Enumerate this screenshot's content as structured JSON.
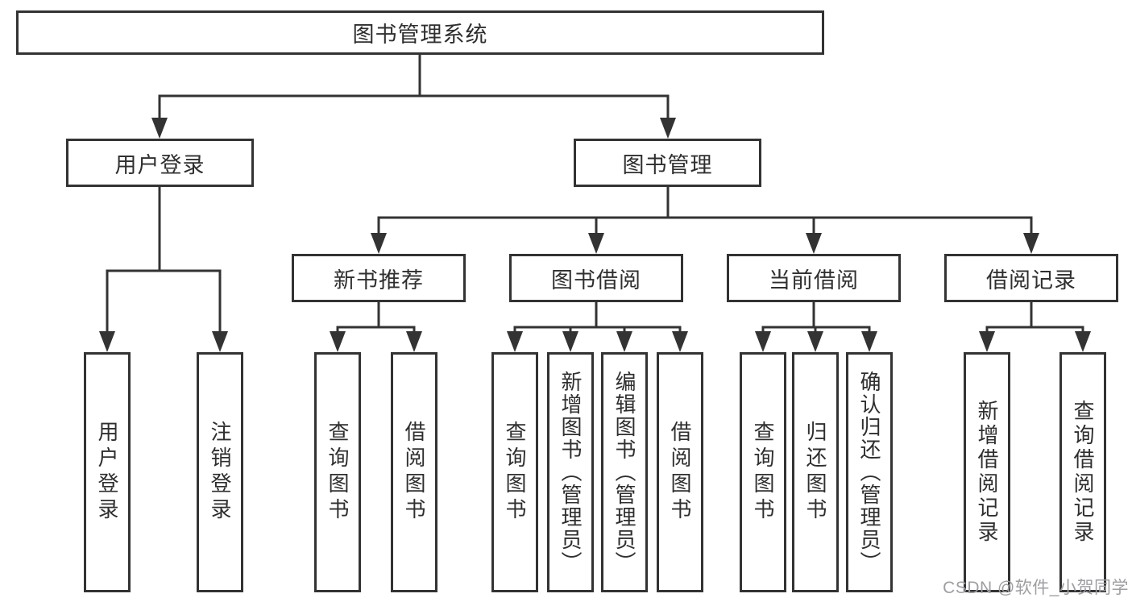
{
  "nodes": {
    "root": "图书管理系统",
    "user_login": "用户登录",
    "book_mgmt": "图书管理",
    "new_book_rec": "新书推荐",
    "book_borrow": "图书借阅",
    "current_borrow": "当前借阅",
    "borrow_records": "借阅记录",
    "leaf_user_login": "用户登录",
    "leaf_logout": "注销登录",
    "leaf_nbr_query": "查询图书",
    "leaf_nbr_borrow": "借阅图书",
    "leaf_bb_query": "查询图书",
    "leaf_bb_add": "新增图书（管理员）",
    "leaf_bb_edit": "编辑图书（管理员）",
    "leaf_bb_borrow": "借阅图书",
    "leaf_cb_query": "查询图书",
    "leaf_cb_return": "归还图书",
    "leaf_cb_confirm": "确认归还（管理员）",
    "leaf_br_add": "新增借阅记录",
    "leaf_br_query": "查询借阅记录"
  },
  "watermark": "CSDN @软件_小贺同学",
  "colors": {
    "line": "#333333",
    "text": "#2f2f2f",
    "watermark": "#9e9ea3",
    "background": "#ffffff"
  }
}
